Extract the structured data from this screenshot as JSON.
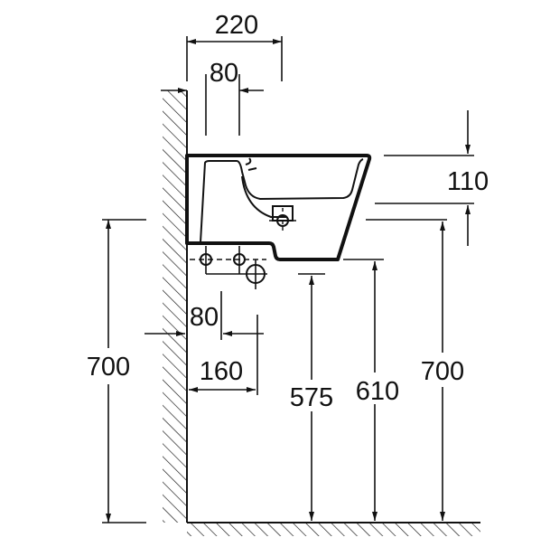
{
  "title": "Wall-hung bidet dimension drawing",
  "dimensions": {
    "overall_depth": "220",
    "top_fixing_offset": "80",
    "rim_height": "110",
    "left_height": "700",
    "lower_fixing_offset": "80",
    "waste_offset": "160",
    "waste_height": "575",
    "bottom_height": "610",
    "right_height": "700"
  },
  "colors": {
    "line": "#111111",
    "background": "#ffffff"
  }
}
